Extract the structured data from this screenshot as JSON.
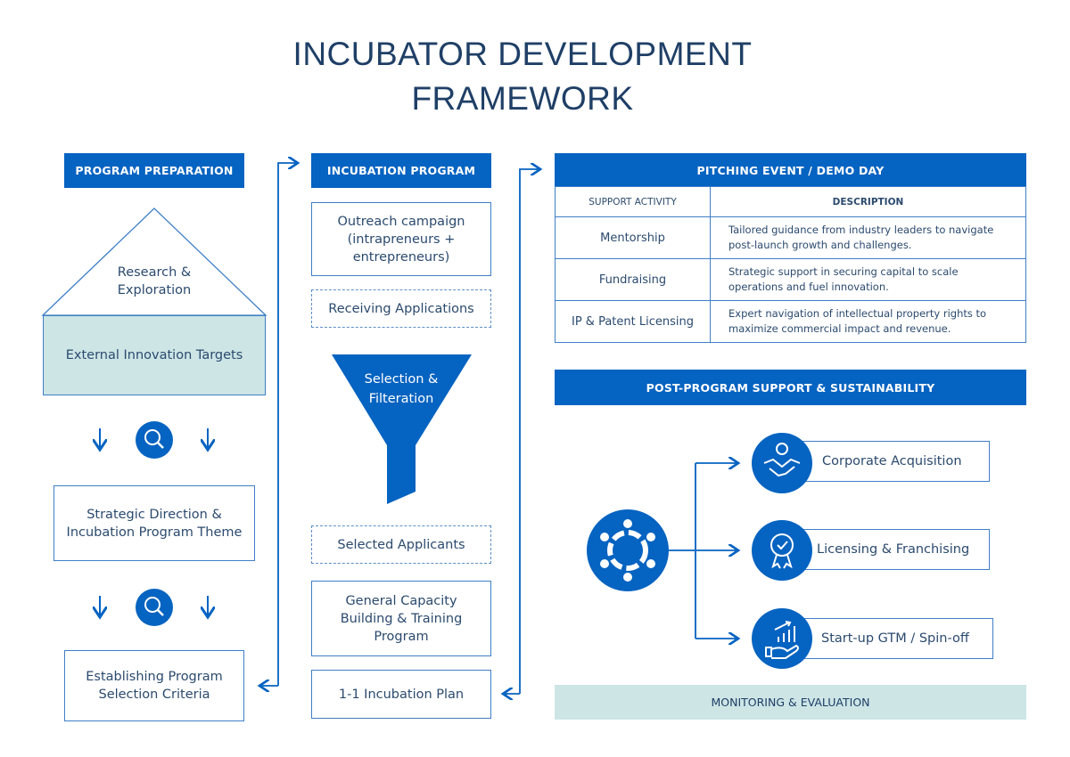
{
  "title": {
    "line1": "INCUBATOR DEVELOPMENT",
    "line2": "FRAMEWORK"
  },
  "col1": {
    "header": "PROGRAM PREPARATION",
    "research": "Research & Exploration",
    "targets": "External Innovation Targets",
    "strategic": "Strategic Direction & Incubation Program Theme",
    "criteria": "Establishing Program Selection Criteria"
  },
  "col2": {
    "header": "INCUBATION PROGRAM",
    "outreach": "Outreach campaign (intrapreneurs + entrepreneurs)",
    "receiving": "Receiving Applications",
    "selection": "Selection & Filteration",
    "selected": "Selected Applicants",
    "capacity": "General Capacity Building & Training Program",
    "plan": "1-1 Incubation Plan"
  },
  "pitching": {
    "header": "PITCHING EVENT / DEMO DAY",
    "col_activity": "SUPPORT ACTIVITY",
    "col_description": "DESCRIPTION",
    "rows": [
      {
        "activity": "Mentorship",
        "description": "Tailored guidance from industry leaders to navigate post-launch growth and challenges."
      },
      {
        "activity": "Fundraising",
        "description": "Strategic support in securing capital to scale operations and fuel innovation."
      },
      {
        "activity": "IP & Patent Licensing",
        "description": "Expert navigation of intellectual property rights to maximize commercial impact and revenue."
      }
    ]
  },
  "post": {
    "header": "POST-PROGRAM SUPPORT & SUSTAINABILITY",
    "outcomes": [
      "Corporate Acquisition",
      "Licensing & Franchising",
      "Start-up GTM / Spin-off"
    ],
    "monitoring": "MONITORING & EVALUATION"
  },
  "colors": {
    "blue": "#0563c1",
    "teal": "#cde5e5",
    "title": "#1f3f66"
  }
}
